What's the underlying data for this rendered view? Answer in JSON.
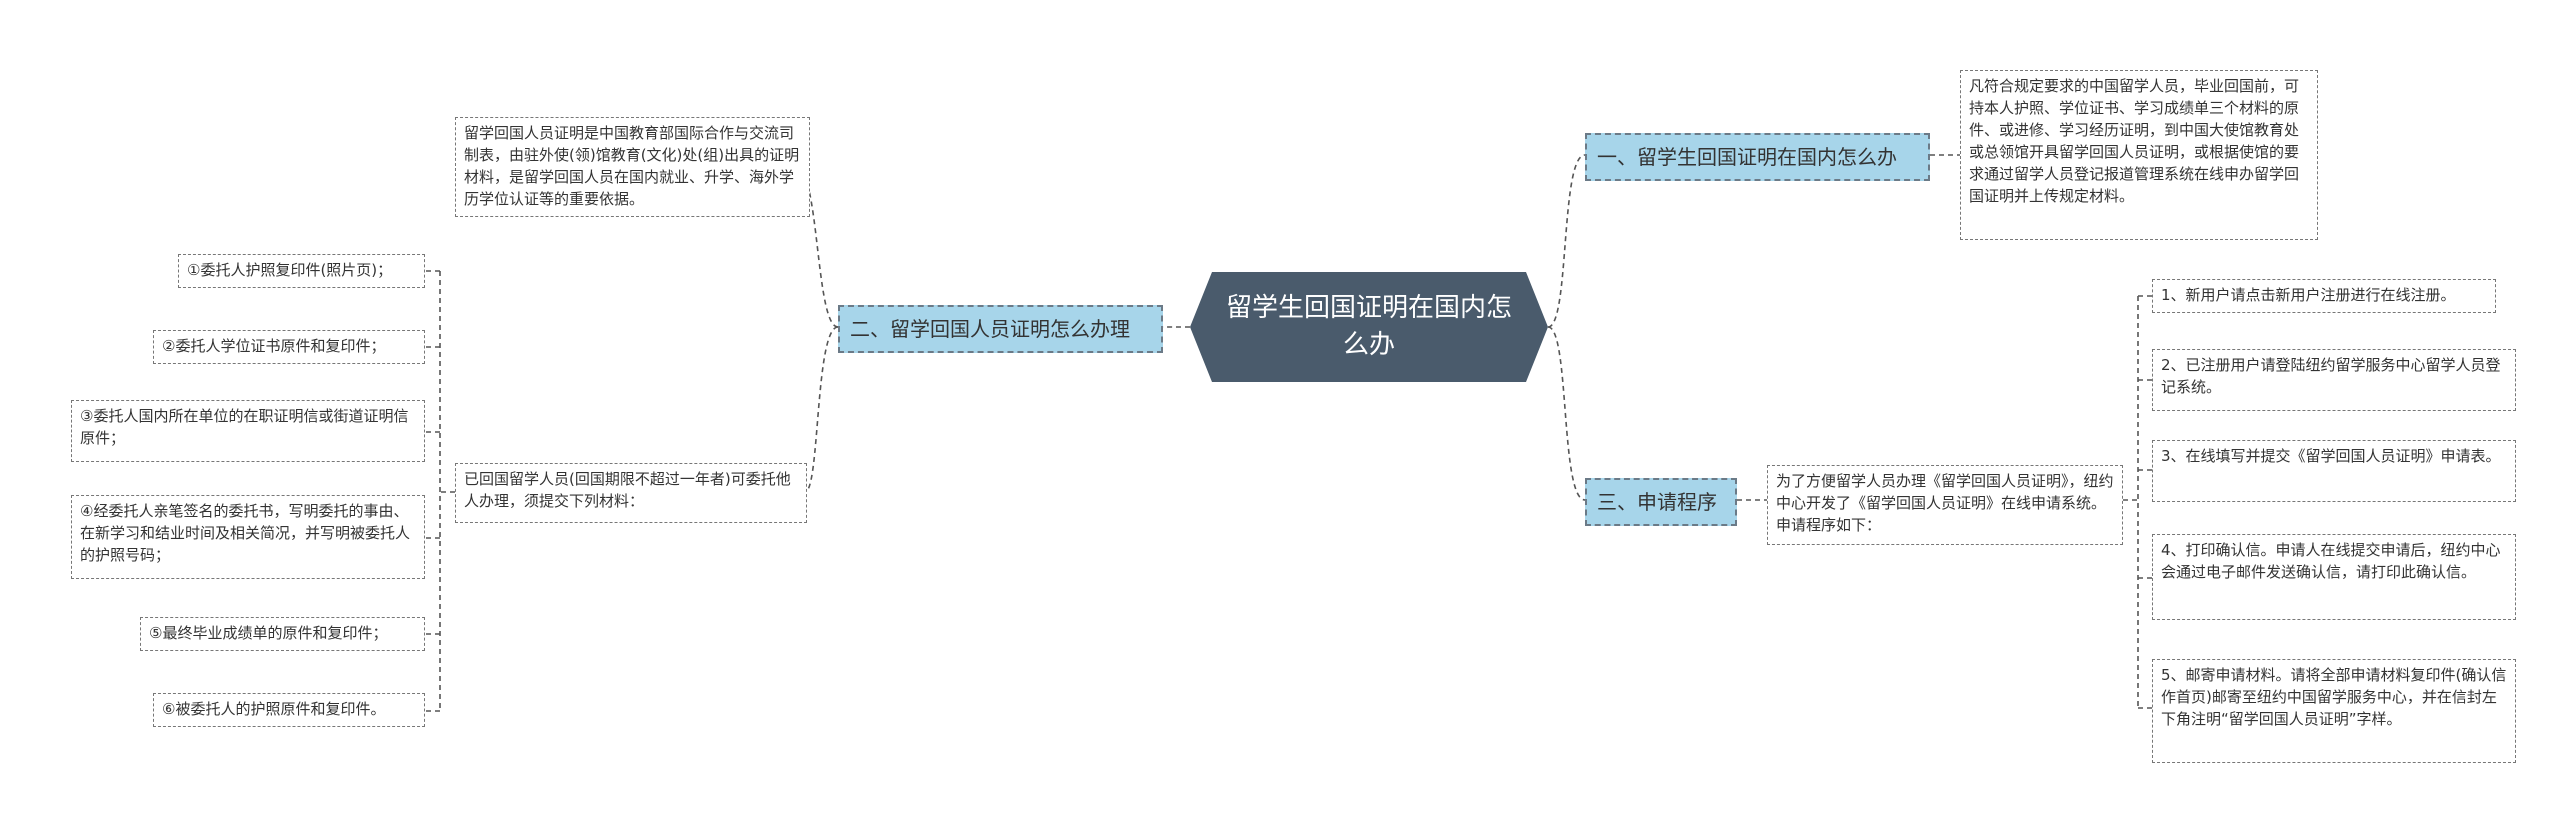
{
  "central": "留学生回国证明在国内怎么办",
  "branches": {
    "b1": {
      "label": "一、留学生回国证明在国内怎么办",
      "text": "凡符合规定要求的中国留学人员，毕业回国前，可持本人护照、学位证书、学习成绩单三个材料的原件、或进修、学习经历证明，到中国大使馆教育处或总领馆开具留学回国人员证明，或根据使馆的要求通过留学人员登记报道管理系统在线申办留学回国证明并上传规定材料。"
    },
    "b2": {
      "label": "二、留学回国人员证明怎么办理",
      "intro": "留学回国人员证明是中国教育部国际合作与交流司制表，由驻外使(领)馆教育(文化)处(组)出具的证明材料，是留学回国人员在国内就业、升学、海外学历学位认证等的重要依据。",
      "proxy": "已回国留学人员(回国期限不超过一年者)可委托他人办理，须提交下列材料：",
      "items": [
        "①委托人护照复印件(照片页)；",
        "②委托人学位证书原件和复印件；",
        "③委托人国内所在单位的在职证明信或街道证明信原件；",
        "④经委托人亲笔签名的委托书，写明委托的事由、在新学习和结业时间及相关简况，并写明被委托人的护照号码；",
        "⑤最终毕业成绩单的原件和复印件；",
        "⑥被委托人的护照原件和复印件。"
      ]
    },
    "b3": {
      "label": "三、申请程序",
      "intro": "为了方便留学人员办理《留学回国人员证明》，纽约中心开发了《留学回国人员证明》在线申请系统。申请程序如下：",
      "steps": [
        "1、新用户请点击新用户注册进行在线注册。",
        "2、已注册用户请登陆纽约留学服务中心留学人员登记系统。",
        "3、在线填写并提交《留学回国人员证明》申请表。",
        "4、打印确认信。申请人在线提交申请后，纽约中心会通过电子邮件发送确认信，请打印此确认信。",
        "5、邮寄申请材料。请将全部申请材料复印件(确认信作首页)邮寄至纽约中国留学服务中心，并在信封左下角注明“留学回国人员证明”字样。"
      ]
    }
  },
  "colors": {
    "central_bg": "#4a5b6c",
    "branch_bg": "#a7d5ea",
    "line": "#555555"
  }
}
